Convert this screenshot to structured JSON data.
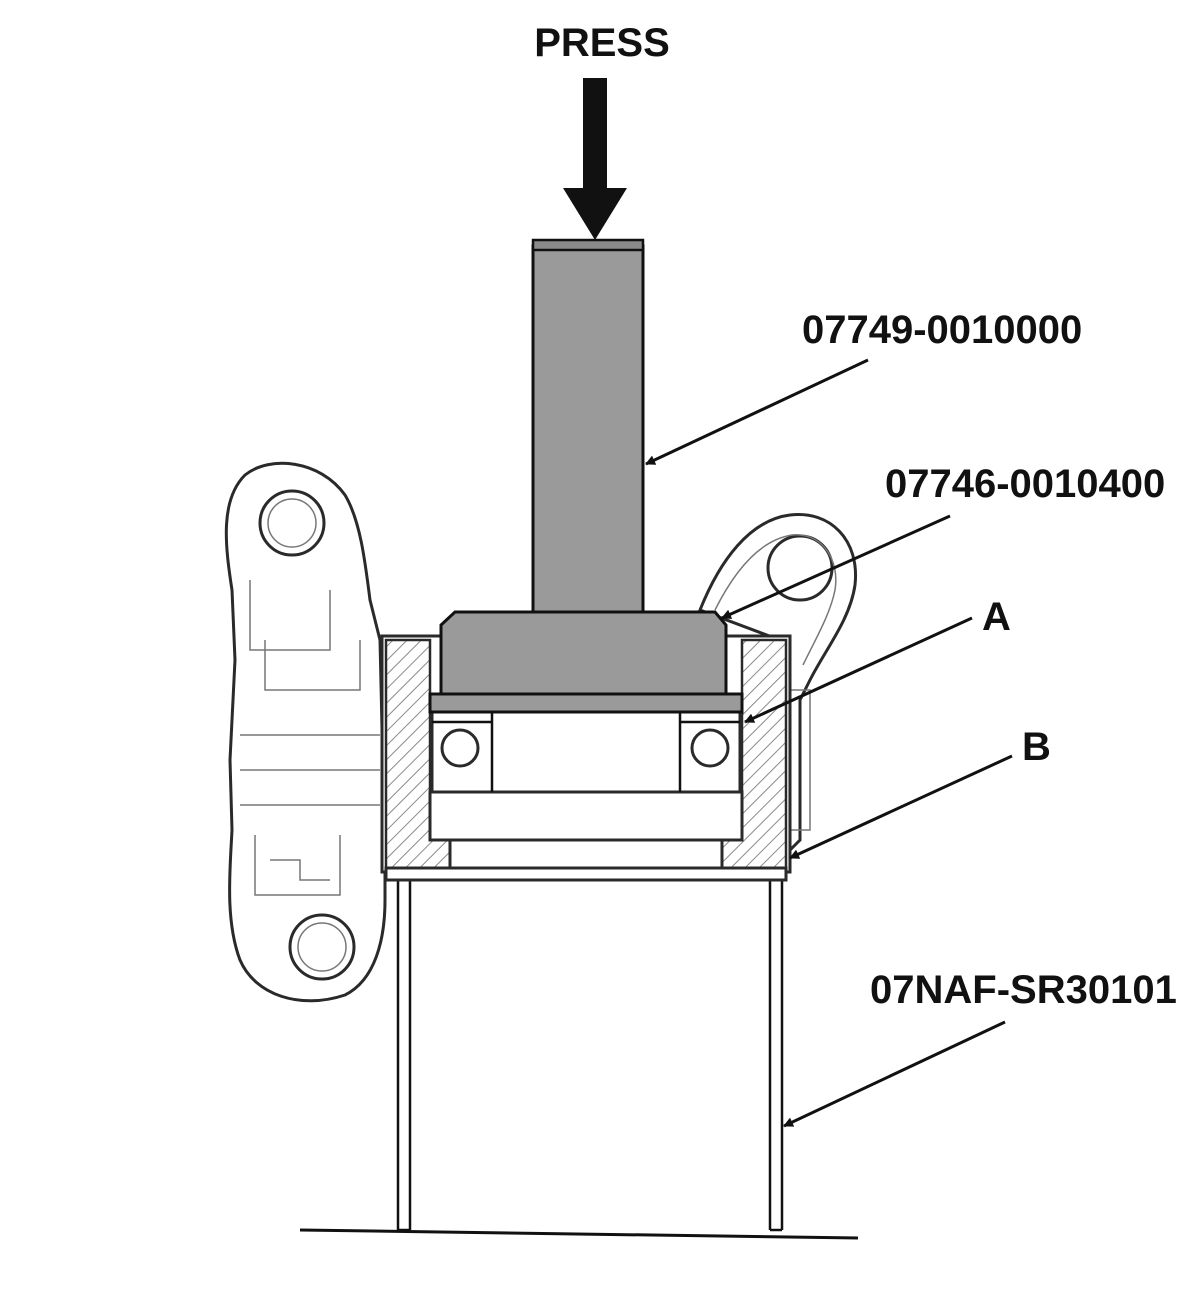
{
  "labels": {
    "press": "PRESS",
    "driver_tool": "07749-0010000",
    "attachment_tool": "07746-0010400",
    "part_a": "A",
    "part_b": "B",
    "support_tool": "07NAF-SR30101"
  },
  "colors": {
    "tool_fill": "#9a9a9a",
    "line": "#111111",
    "hatch": "#8a8a8a"
  }
}
